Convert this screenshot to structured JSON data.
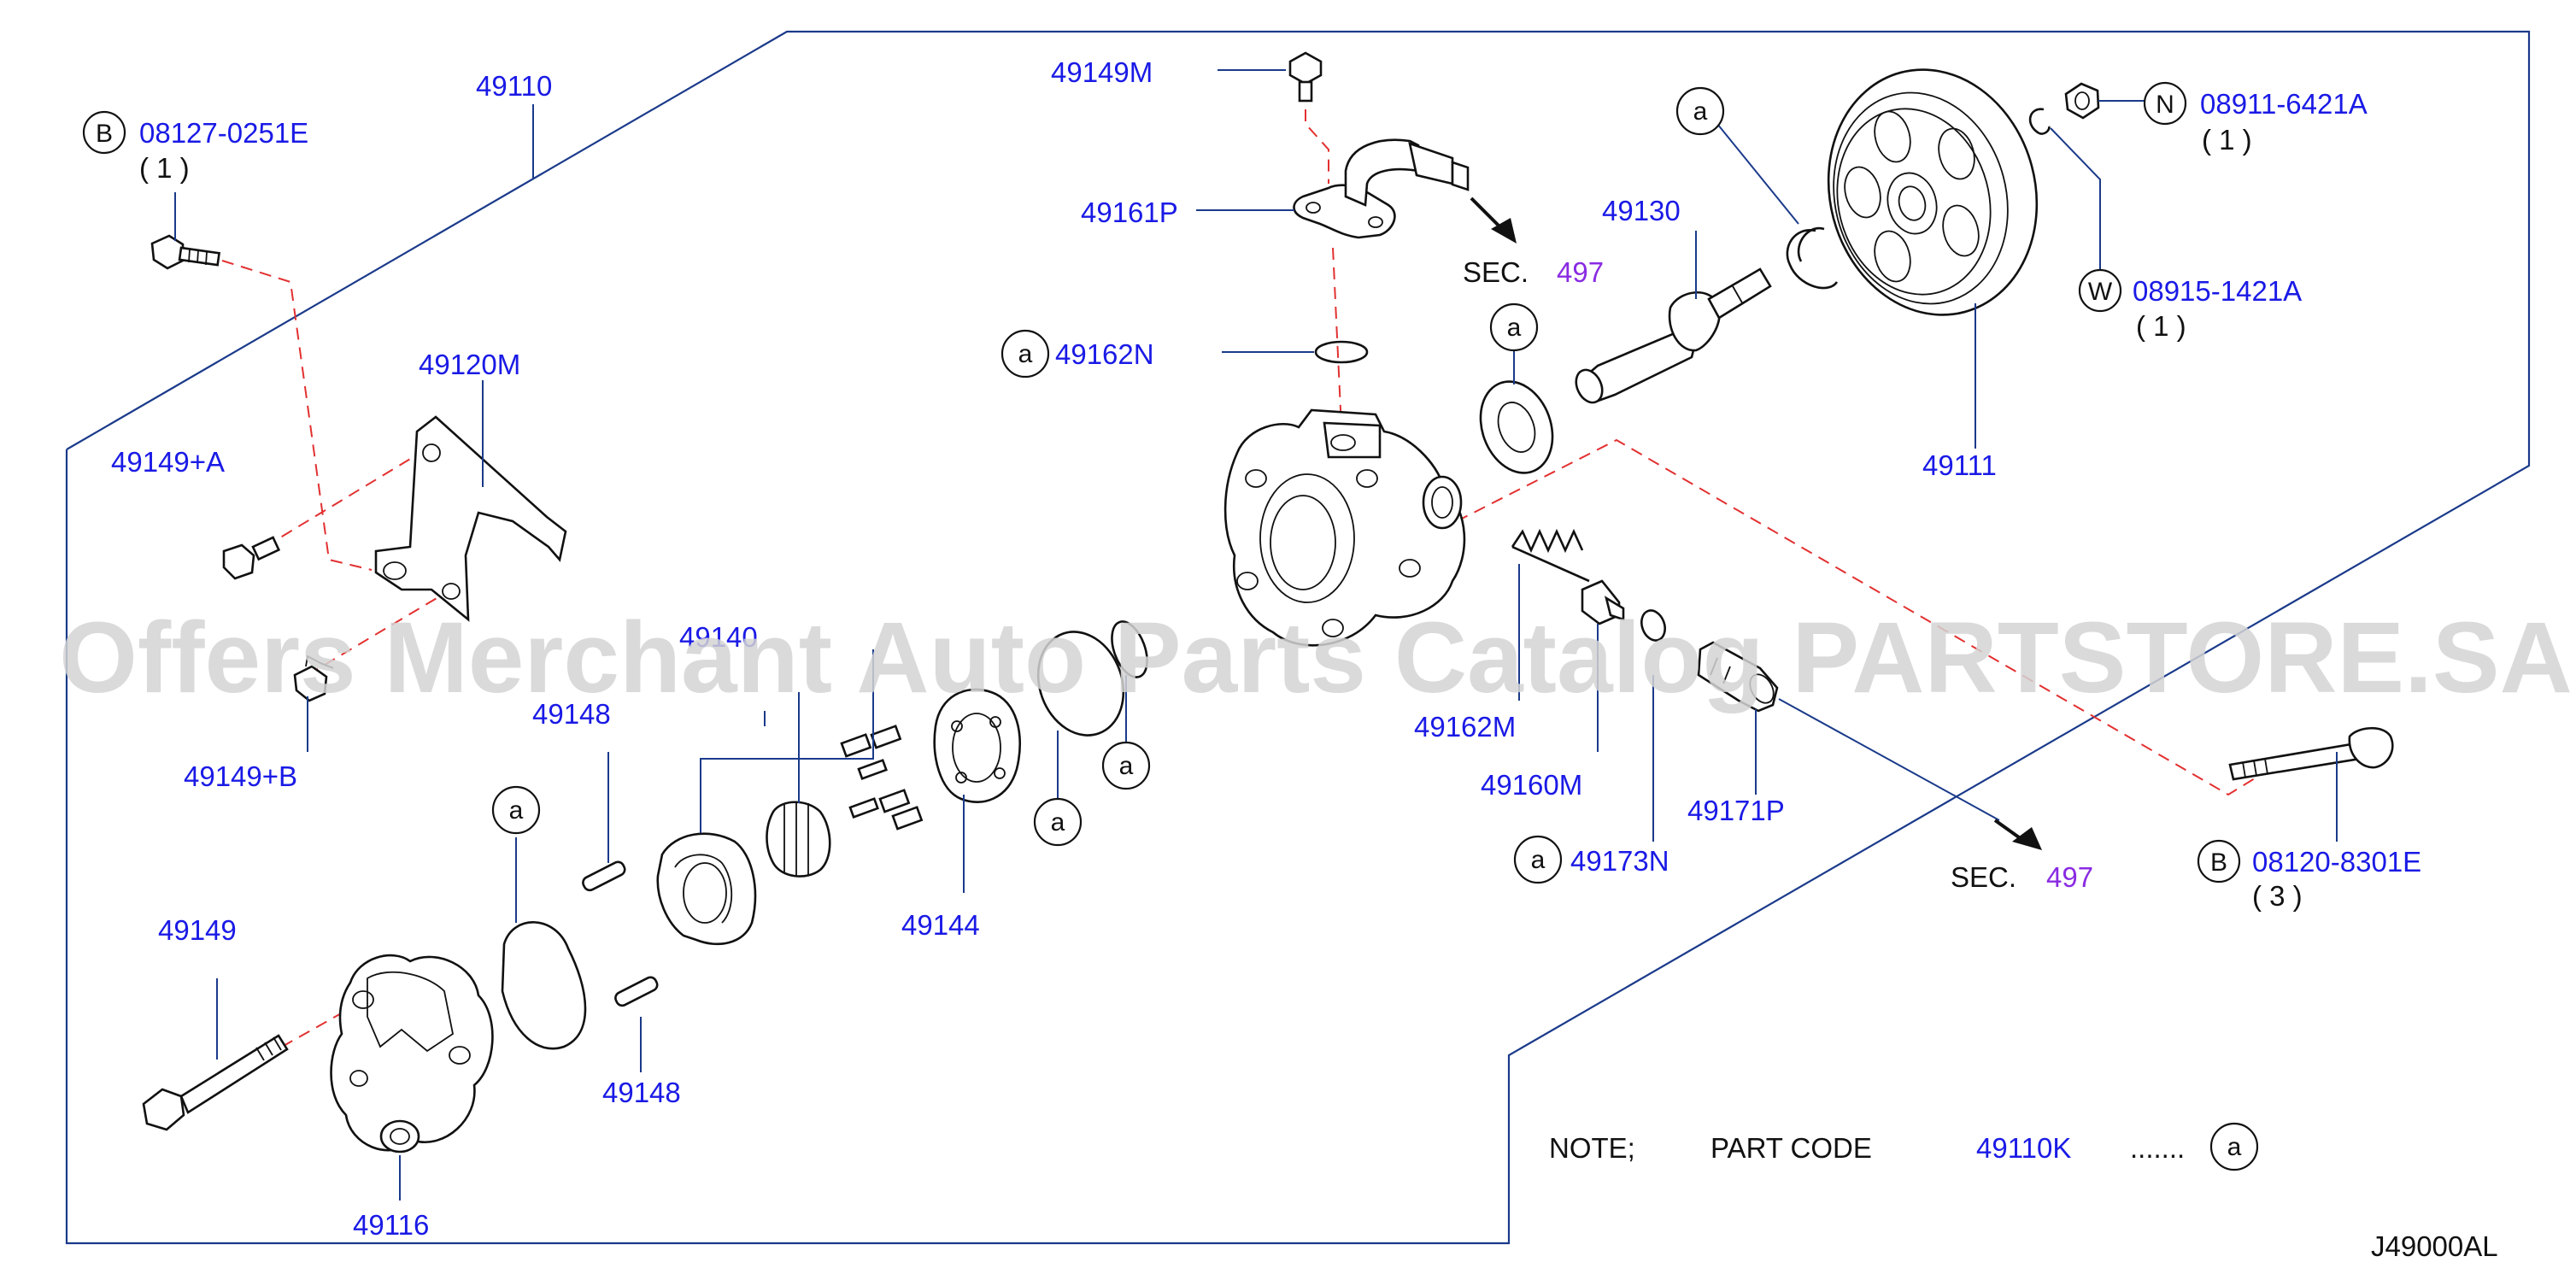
{
  "watermark": "Offers Merchant Auto Parts Catalog PARTSTORE.SA",
  "diagram_code": "J49000AL",
  "note": {
    "prefix": "NOTE;",
    "text": "PART  CODE",
    "code": "49110K",
    "dots": ".......",
    "ref": "a"
  },
  "sections": [
    {
      "prefix": "SEC.",
      "number": "497"
    },
    {
      "prefix": "SEC.",
      "number": "497"
    }
  ],
  "callout_letters": {
    "a": "a",
    "B": "B",
    "N": "N",
    "W": "W"
  },
  "labels": {
    "l49110": "49110",
    "l08127": "08127-0251E",
    "l08127_qty": "( 1 )",
    "l49120M": "49120M",
    "l49149A": "49149+A",
    "l49149B": "49149+B",
    "l49140": "49140",
    "l49148a": "49148",
    "l49148b": "49148",
    "l49149": "49149",
    "l49116": "49116",
    "l49144": "49144",
    "l49149M": "49149M",
    "l49161P": "49161P",
    "l49162N": "49162N",
    "l49162M": "49162M",
    "l49160M": "49160M",
    "l49173N": "49173N",
    "l49171P": "49171P",
    "l49130": "49130",
    "l49111": "49111",
    "l08911": "08911-6421A",
    "l08911_qty": "( 1 )",
    "l08915": "08915-1421A",
    "l08915_qty": "( 1 )",
    "l08120": "08120-8301E",
    "l08120_qty": "( 3 )"
  },
  "colors": {
    "label": "#1a1ae6",
    "section_number": "#8a2be2",
    "leader": "#1a3a8a",
    "dashed_line": "#e23030",
    "part_outline": "#111111"
  }
}
